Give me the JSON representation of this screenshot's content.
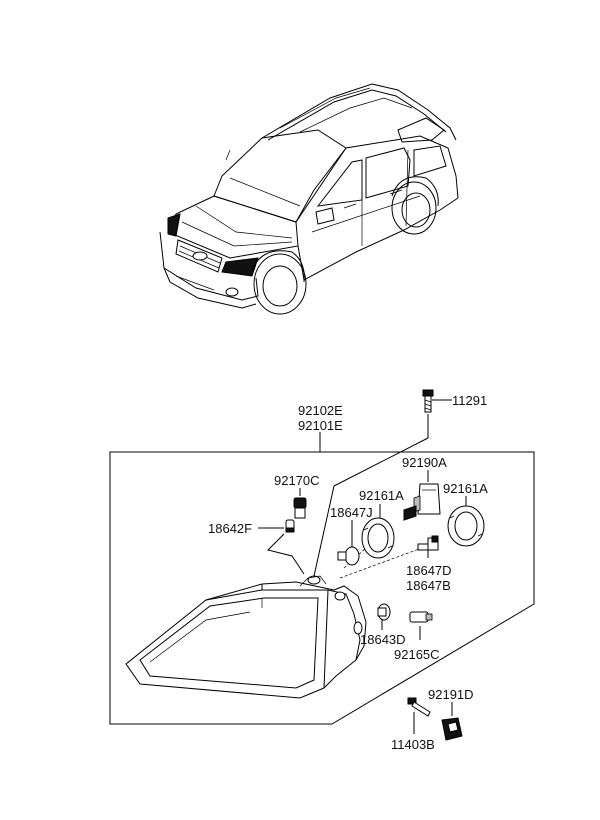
{
  "labels": {
    "p11291": "11291",
    "p92102E": "92102E",
    "p92101E": "92101E",
    "p92190A": "92190A",
    "p92170C": "92170C",
    "p92161A_left": "92161A",
    "p92161A_right": "92161A",
    "p18642F": "18642F",
    "p18647J": "18647J",
    "p18647D": "18647D",
    "p18647B": "18647B",
    "p18643D": "18643D",
    "p92165C": "92165C",
    "p92191D": "92191D",
    "p11403B": "11403B"
  }
}
